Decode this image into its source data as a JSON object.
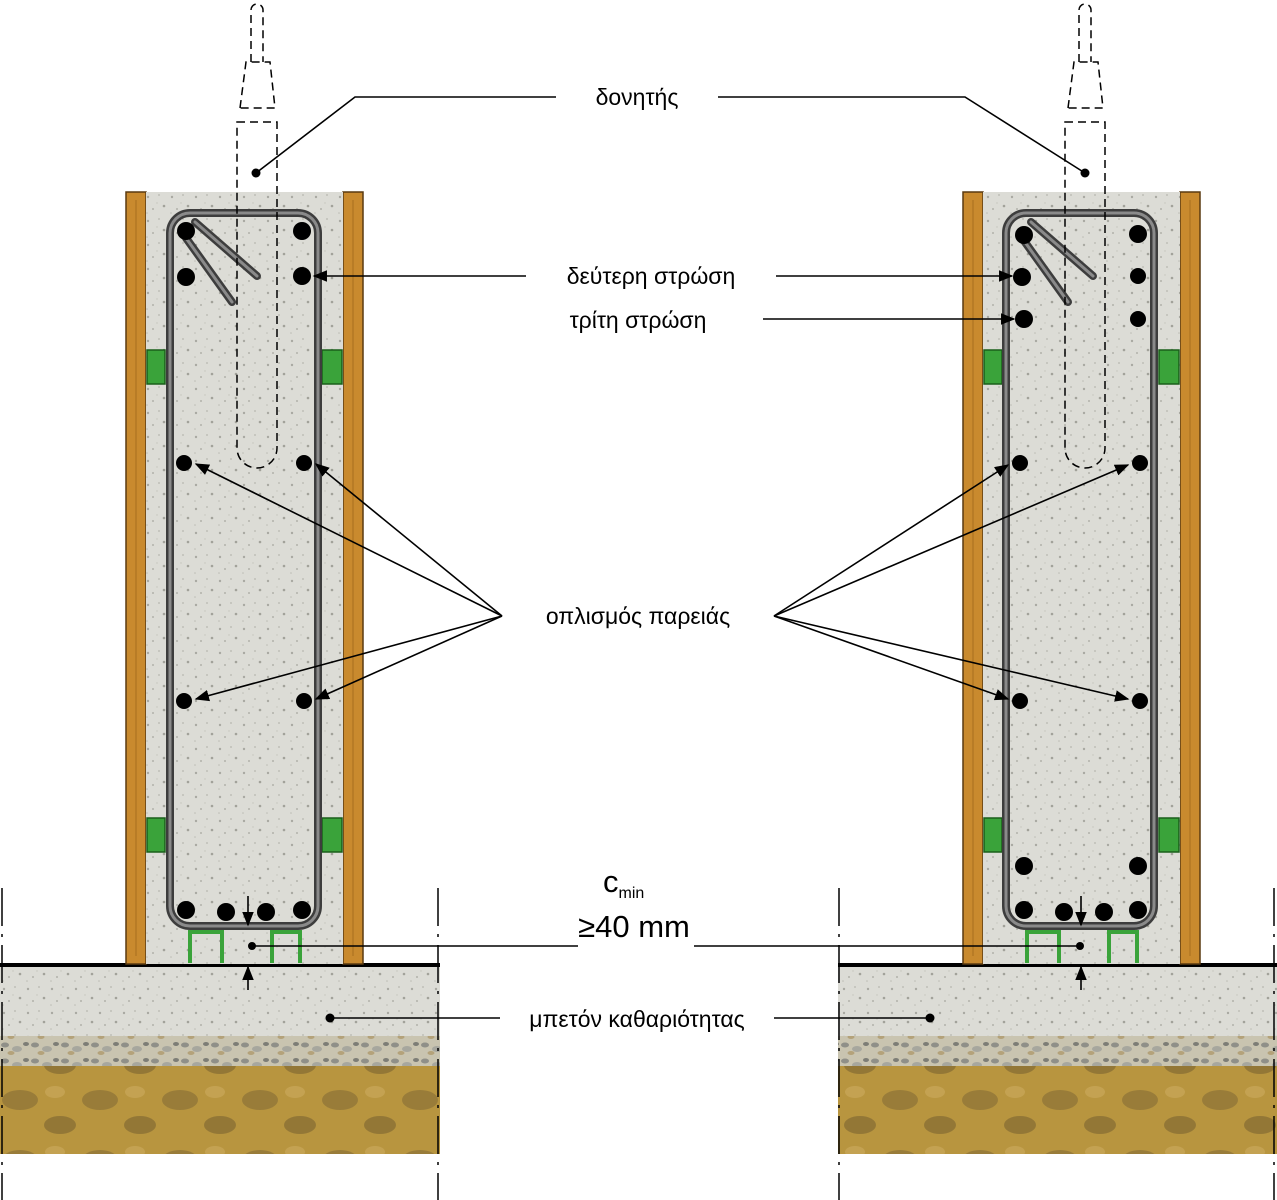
{
  "labels": {
    "vibrator": "δονητής",
    "second_layer": "δεύτερη στρώση",
    "third_layer": "τρίτη στρώση",
    "face_reinforcement": "οπλισμός παρειάς",
    "cmin_symbol": "c",
    "cmin_subscript": "min",
    "cmin_value": "≥40 mm",
    "blinding_concrete": "μπετόν καθαριότητας"
  },
  "colors": {
    "formwork_wood": "#c98a2e",
    "concrete": "#dcdcd6",
    "rebar": "#6e6e6e",
    "spacer": "#3aa33a",
    "soil": "#b8953f",
    "gravel": "#8a8a80"
  }
}
